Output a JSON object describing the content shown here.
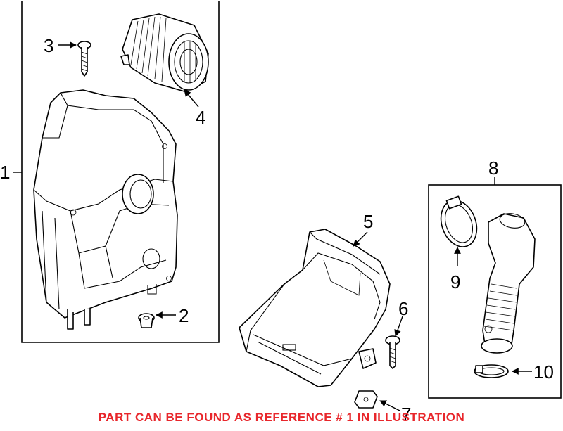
{
  "callouts": {
    "c1": "1",
    "c2": "2",
    "c3": "3",
    "c4": "4",
    "c5": "5",
    "c6": "6",
    "c7": "7",
    "c8": "8",
    "c9": "9",
    "c10": "10"
  },
  "footer": {
    "note": "PART CAN BE FOUND AS REFERENCE # 1 IN ILLUSTRATION",
    "color": "#e8262b"
  }
}
